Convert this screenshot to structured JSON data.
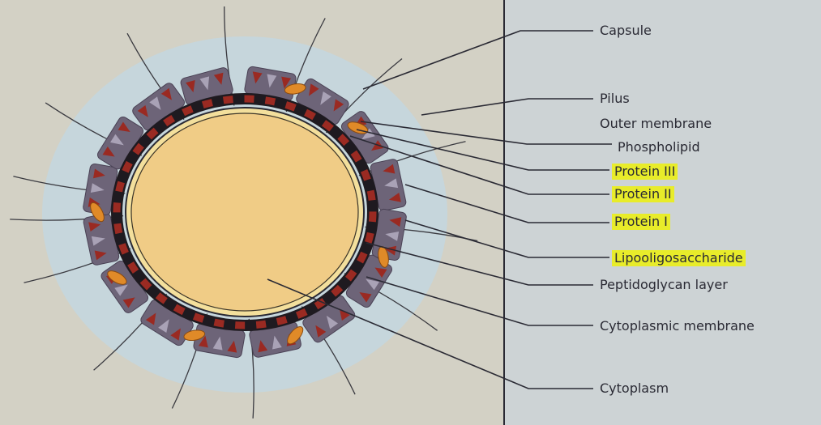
{
  "labels": {
    "capsule": "Capsule",
    "pilus": "Pilus",
    "outer_membrane": "Outer membrane",
    "phospholipid": "Phospholipid",
    "protein_iii": "Protein III",
    "protein_ii": "Protein II",
    "protein_i": "Protein I",
    "lipooligosaccharide": "Lipooligosaccharide",
    "peptidoglycan": "Peptidoglycan layer",
    "cytoplasmic_membrane": "Cytoplasmic membrane",
    "cytoplasm": "Cytoplasm"
  },
  "highlighted_labels": [
    "protein_iii",
    "protein_ii",
    "protein_i",
    "lipooligosaccharide"
  ],
  "colors": {
    "background": "#d3d1c5",
    "right_panel": "#cdd3d5",
    "capsule": "#c6d6dc",
    "cytoplasm": "#f0cc86",
    "membrane_dark": "#1e1a20",
    "membrane_red": "#9a2a22",
    "protein_blocks": "#6d6478",
    "pili_blobs": "#e08a28",
    "highlight": "#e8ec2a",
    "leader_lines": "#2a2a34"
  }
}
